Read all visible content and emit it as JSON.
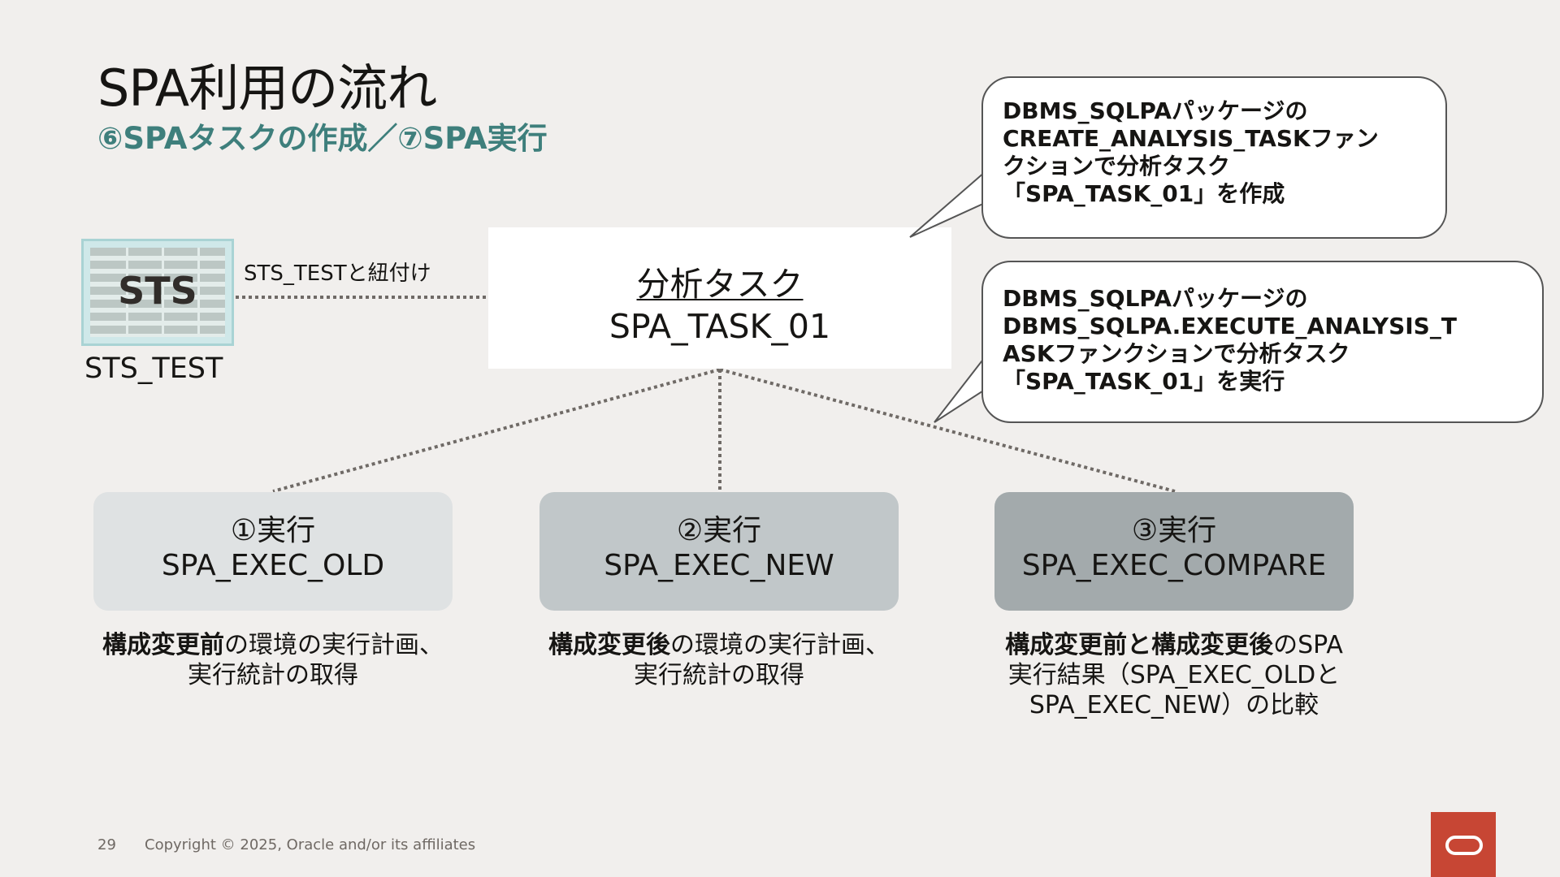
{
  "header": {
    "title": "SPA利用の流れ",
    "subtitle": "⑥SPAタスクの作成／⑦SPA実行"
  },
  "sts": {
    "icon_text": "STS",
    "name": "STS_TEST",
    "link_label": "STS_TESTと紐付け"
  },
  "task": {
    "line1": "分析タスク",
    "line2": "SPA_TASK_01"
  },
  "callouts": [
    {
      "lines": [
        "DBMS_SQLPAパッケージの",
        "CREATE_ANALYSIS_TASKファン",
        "クションで分析タスク",
        "「SPA_TASK_01」を作成"
      ]
    },
    {
      "lines": [
        "DBMS_SQLPAパッケージの",
        "DBMS_SQLPA.EXECUTE_ANALYSIS_T",
        "ASKファンクションで分析タスク",
        "「SPA_TASK_01」を実行"
      ]
    }
  ],
  "executions": [
    {
      "label": "①実行",
      "name": "SPA_EXEC_OLD",
      "desc_bold": "構成変更前",
      "desc_rest1": "の環境の実行計画、",
      "desc_line2": "実行統計の取得"
    },
    {
      "label": "②実行",
      "name": "SPA_EXEC_NEW",
      "desc_bold": "構成変更後",
      "desc_rest1": "の環境の実行計画、",
      "desc_line2": "実行統計の取得"
    },
    {
      "label": "③実行",
      "name": "SPA_EXEC_COMPARE",
      "desc_bold": "構成変更前と構成変更後",
      "desc_rest1": "のSPA",
      "desc_line2": "実行結果（SPA_EXEC_OLDと",
      "desc_line3": "SPA_EXEC_NEW）の比較"
    }
  ],
  "footer": {
    "page_number": "29",
    "copyright": "Copyright © 2025, Oracle and/or its affiliates"
  },
  "colors": {
    "background": "#f1efed",
    "subtitle": "#3e7f7c",
    "oracle_red": "#c74634"
  }
}
